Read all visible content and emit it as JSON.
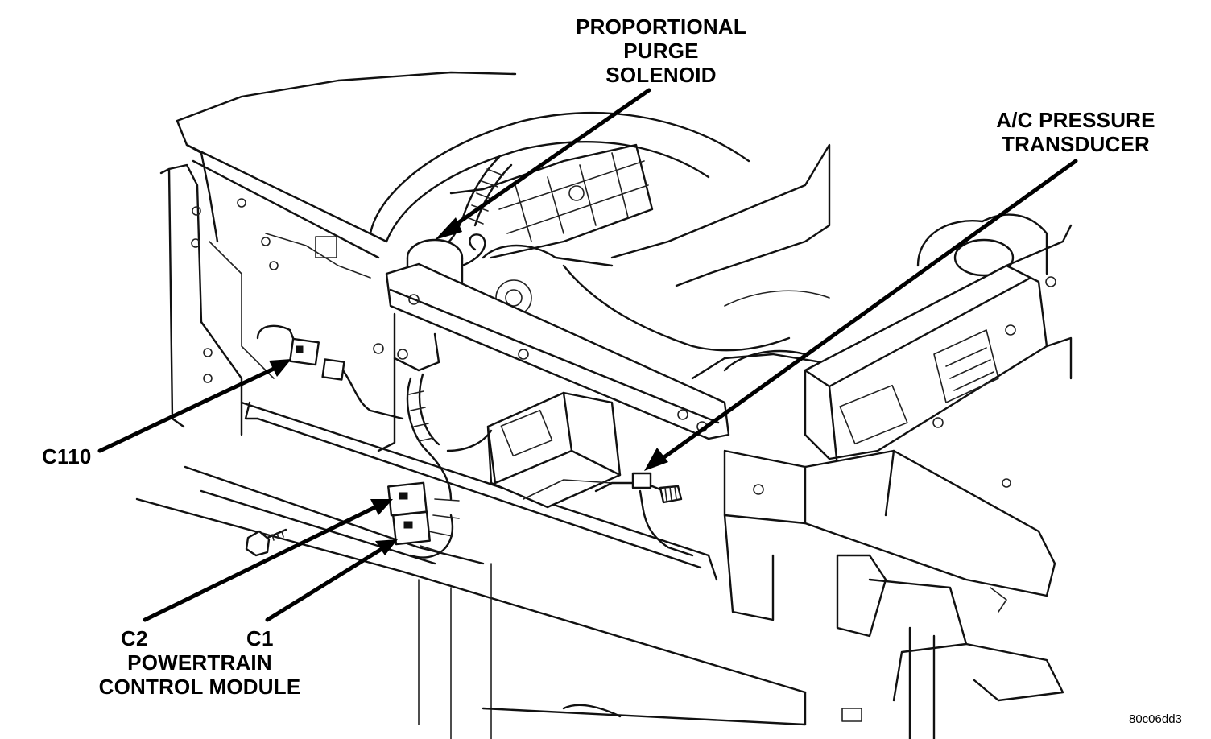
{
  "labels": {
    "proportional_purge_solenoid": [
      "PROPORTIONAL",
      "PURGE",
      "SOLENOID"
    ],
    "ac_pressure_transducer": [
      "A/C PRESSURE",
      "TRANSDUCER"
    ],
    "c110": "C110",
    "c2": "C2",
    "c1": "C1",
    "powertrain_control_module": [
      "POWERTRAIN",
      "CONTROL MODULE"
    ]
  },
  "figure_id": "80c06dd3",
  "colors": {
    "line": "#111111",
    "background": "#ffffff"
  }
}
